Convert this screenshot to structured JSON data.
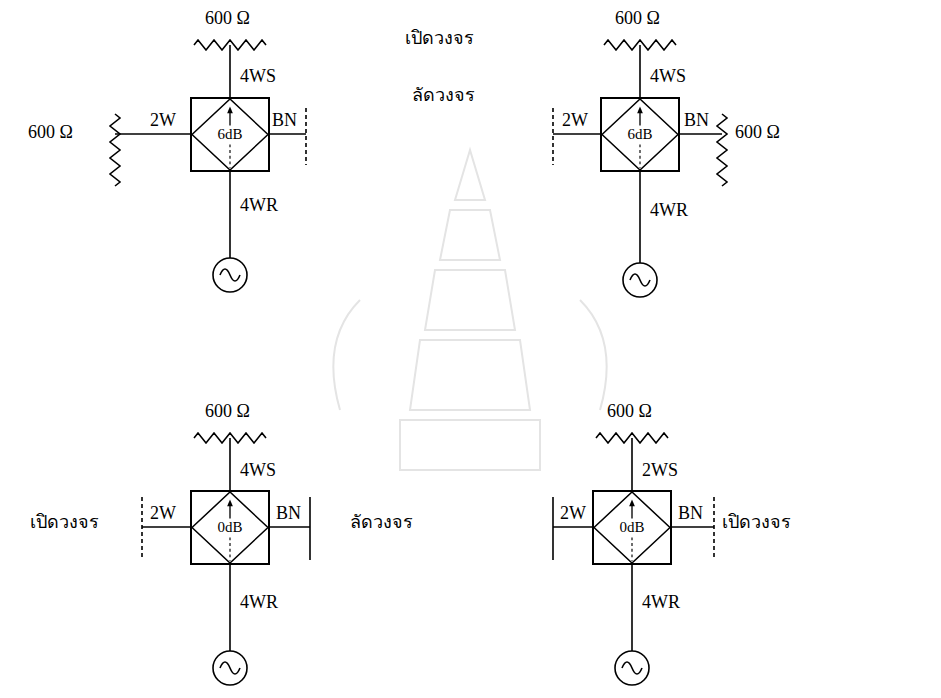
{
  "diagram": {
    "nodes": [
      {
        "text": [
          "6dB"
        ]
      },
      {
        "text": [
          "6dB"
        ]
      },
      {
        "text": [
          "0dB"
        ]
      },
      {
        "text": [
          "0dB"
        ]
      }
    ],
    "labels": [
      "600 Ω",
      "4WS",
      "600 Ω",
      "2W",
      "BN",
      "4WR",
      "เปิดวงจร",
      "ลัดวงจร",
      "600 Ω",
      "4WS",
      "2W",
      "BN",
      "600 Ω",
      "4WR",
      "600 Ω",
      "4WS",
      "เปิดวงจร",
      "2W",
      "BN",
      "4WR",
      "ลัดวงจร",
      "600 Ω",
      "2WS",
      "2W",
      "BN",
      "เปิดวงจร",
      "4WR"
    ]
  }
}
